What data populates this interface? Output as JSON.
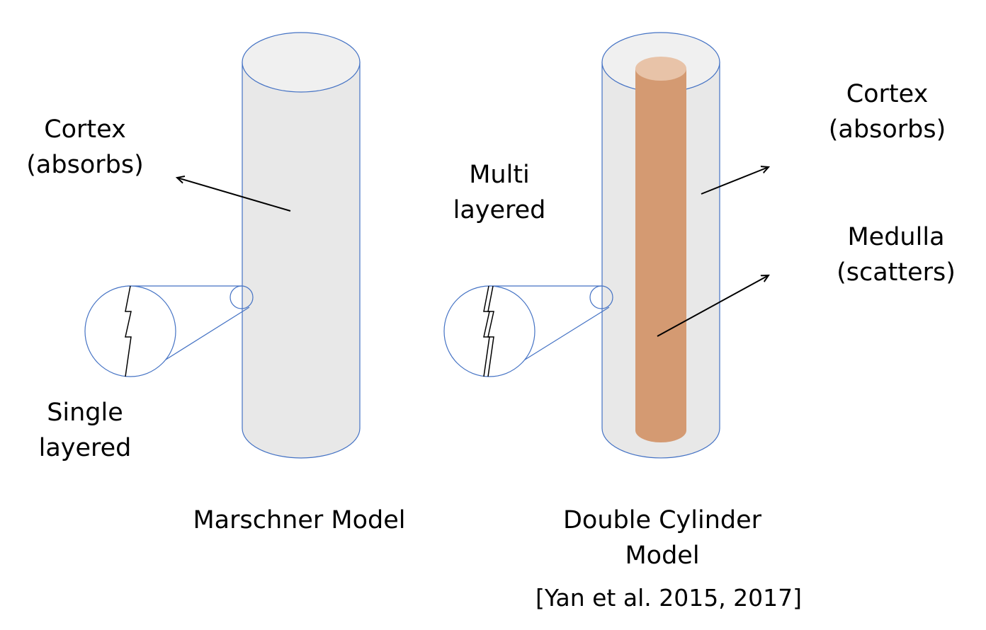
{
  "left_model": {
    "title": "Marschner Model",
    "cortex_label": [
      "Cortex",
      "(absorbs)"
    ],
    "layer_label": [
      "Single",
      "layered"
    ]
  },
  "right_model": {
    "title": [
      "Double Cylinder",
      "Model"
    ],
    "citation": "[Yan et al. 2015, 2017]",
    "cortex_label": [
      "Cortex",
      "(absorbs)"
    ],
    "medulla_label": [
      "Medulla",
      "(scatters)"
    ],
    "layer_label": [
      "Multi",
      "layered"
    ]
  },
  "colors": {
    "cortex_fill": "#e8e8e8",
    "cortex_top": "#f0f0f0",
    "outline": "#4472c4",
    "medulla_fill": "#d49a72",
    "medulla_top": "#e8c3a8"
  }
}
